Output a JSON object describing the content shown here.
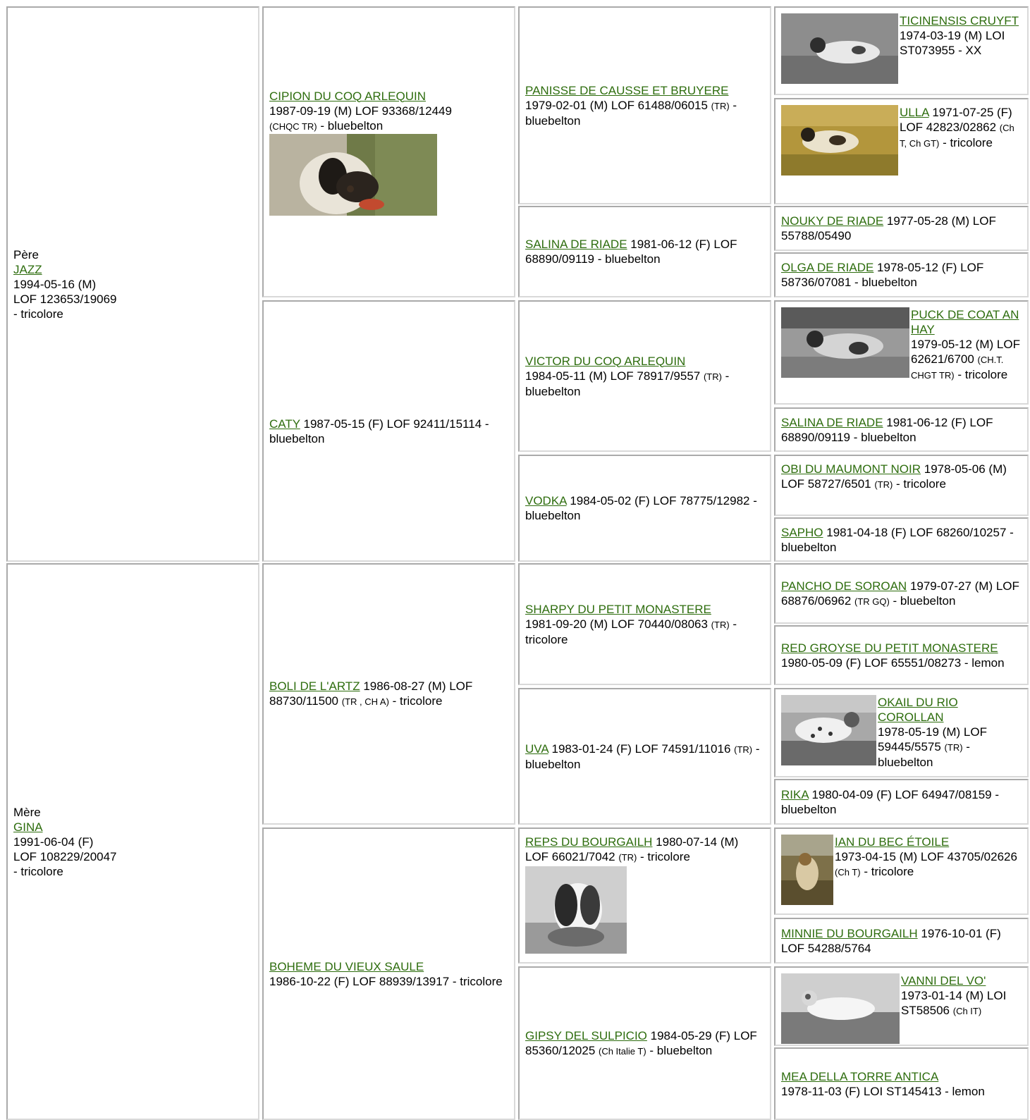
{
  "top_fragment": "(         )",
  "sire": {
    "role": "Père",
    "name": "JAZZ",
    "line1": "1994-05-16 (M)",
    "line2": "LOF 123653/19069",
    "line3": "- tricolore"
  },
  "dam": {
    "role": "Mère",
    "name": "GINA",
    "line1": "1991-06-04 (F)",
    "line2": "LOF 108229/20047",
    "line3": "- tricolore"
  },
  "gen2": {
    "cipion": {
      "name": "CIPION DU COQ ARLEQUIN",
      "info1": "1987-09-19 (M) LOF 93368/12449",
      "title": "(CHQC TR)",
      "info2": " - bluebelton"
    },
    "caty": {
      "name": "CATY",
      "info": " 1987-05-15 (F) LOF 92411/15114 - bluebelton"
    },
    "boli": {
      "name": "BOLI DE L'ARTZ",
      "info1": " 1986-08-27 (M) LOF 88730/11500 ",
      "title": "(TR , CH A)",
      "info2": " - tricolore"
    },
    "boheme": {
      "name": "BOHEME DU VIEUX SAULE",
      "info": "1986-10-22 (F) LOF 88939/13917 - tricolore"
    }
  },
  "gen3": {
    "panisse": {
      "name": "PANISSE DE CAUSSE ET BRUYERE",
      "info1": "1979-02-01 (M) LOF 61488/06015 ",
      "title": "(TR)",
      "info2": " - bluebelton"
    },
    "salina": {
      "name": "SALINA DE RIADE",
      "info": " 1981-06-12 (F) LOF 68890/09119 - bluebelton"
    },
    "victor": {
      "name": "VICTOR DU COQ ARLEQUIN",
      "info1": "1984-05-11 (M) LOF 78917/9557 ",
      "title": "(TR)",
      "info2": " - bluebelton"
    },
    "vodka": {
      "name": "VODKA",
      "info": " 1984-05-02 (F) LOF 78775/12982 - bluebelton"
    },
    "sharpy": {
      "name": "SHARPY DU PETIT MONASTERE",
      "info1": "1981-09-20 (M) LOF 70440/08063 ",
      "title": "(TR)",
      "info2": " - tricolore"
    },
    "uva": {
      "name": "UVA",
      "info1": " 1983-01-24 (F) LOF 74591/11016 ",
      "title": "(TR)",
      "info2": " - bluebelton"
    },
    "reps": {
      "name": "REPS DU BOURGAILH",
      "info1": " 1980-07-14 (M) LOF 66021/7042 ",
      "title": "(TR)",
      "info2": " - tricolore"
    },
    "gipsy": {
      "name": "GIPSY DEL SULPICIO",
      "info1": " 1984-05-29 (F) LOF 85360/12025 ",
      "title": "(Ch Italie T)",
      "info2": " - bluebelton"
    }
  },
  "gen4": {
    "ticinensis": {
      "name": "TICINENSIS CRUYFT",
      "info": "1974-03-19 (M) LOI ST073955 - XX"
    },
    "ulla": {
      "name": "ULLA",
      "info1": " 1971-07-25 (F) LOF 42823/02862 ",
      "title": "(Ch T, Ch GT)",
      "info2": " - tricolore"
    },
    "nouky": {
      "name": "NOUKY DE RIADE",
      "info": " 1977-05-28 (M) LOF 55788/05490"
    },
    "olga": {
      "name": "OLGA DE RIADE",
      "info": " 1978-05-12 (F) LOF 58736/07081 - bluebelton"
    },
    "puck": {
      "name": "PUCK DE COAT AN HAY",
      "info1": "1979-05-12 (M) LOF 62621/6700 ",
      "title": "(CH.T. CHGT TR)",
      "info2": " - tricolore"
    },
    "salina2": {
      "name": "SALINA DE RIADE",
      "info": " 1981-06-12 (F) LOF 68890/09119 - bluebelton"
    },
    "obi": {
      "name": "OBI DU MAUMONT NOIR",
      "info1": " 1978-05-06 (M) LOF 58727/6501 ",
      "title": "(TR)",
      "info2": " - tricolore"
    },
    "sapho": {
      "name": "SAPHO",
      "info": " 1981-04-18 (F) LOF 68260/10257 - bluebelton"
    },
    "pancho": {
      "name": "PANCHO DE SOROAN",
      "info1": " 1979-07-27 (M) LOF 68876/06962 ",
      "title": "(TR GQ)",
      "info2": " - bluebelton"
    },
    "red": {
      "name": "RED GROYSE DU PETIT MONASTERE",
      "info": " 1980-05-09 (F) LOF 65551/08273 - lemon"
    },
    "okail": {
      "name": "OKAIL DU RIO COROLLAN",
      "info1": "1978-05-19 (M) LOF 59445/5575 ",
      "title": "(TR)",
      "info2": " - bluebelton"
    },
    "rika": {
      "name": "RIKA",
      "info": " 1980-04-09 (F) LOF 64947/08159 - bluebelton"
    },
    "ian": {
      "name": "IAN DU BEC ÉTOILE",
      "info1": "1973-04-15 (M) LOF 43705/02626 ",
      "title": "(Ch T)",
      "info2": " - tricolore"
    },
    "minnie": {
      "name": "MINNIE DU BOURGAILH",
      "info": " 1976-10-01 (F) LOF 54288/5764"
    },
    "vanni": {
      "name": "VANNI DEL VO'",
      "info1": "1973-01-14 (M) LOI ST58506 ",
      "title": "(Ch IT)",
      "info2": ""
    },
    "mea": {
      "name": "MEA DELLA TORRE ANTICA",
      "info": "1978-11-03 (F) LOI ST145413 - lemon"
    }
  }
}
